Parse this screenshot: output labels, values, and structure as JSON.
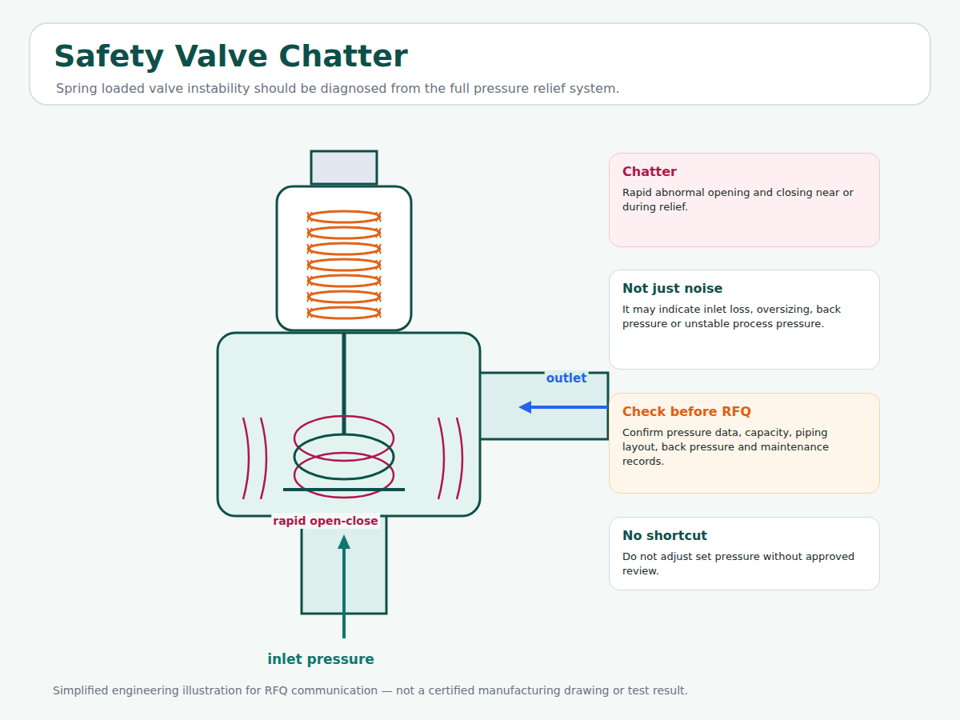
{
  "diagram": {
    "title": "Safety Valve Chatter",
    "caption": "Simplified engineering illustration for RFQ communication — not a certified manufacturing drawing or test result.",
    "nodes": [
      {
        "text": [
          "Chatter",
          "Rapid abnormal opening and closing near or during relief."
        ]
      },
      {
        "text": [
          "Not just noise",
          "It may indicate inlet loss, oversizing, back pressure or unstable process pressure."
        ]
      },
      {
        "text": [
          "Check before RFQ",
          "Confirm pressure data, capacity, piping layout, back pressure and maintenance records."
        ]
      },
      {
        "text": [
          "No shortcut",
          "Do not adjust set pressure without approved review."
        ]
      }
    ],
    "labels": [
      "Spring loaded valve instability should be diagnosed from the full pressure relief system.",
      "outlet",
      "rapid open-close",
      "inlet pressure"
    ]
  }
}
